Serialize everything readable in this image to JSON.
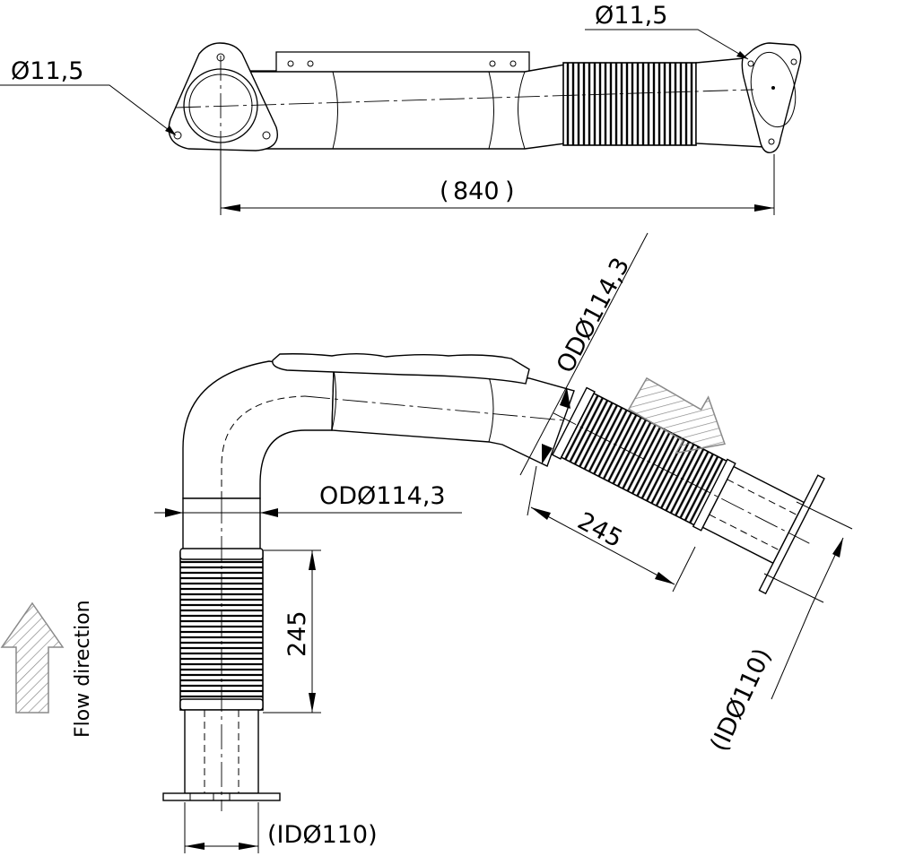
{
  "top_view": {
    "hole_dia_left": "11,5",
    "hole_dia_right": "11,5",
    "overall_length": "840"
  },
  "side_view": {
    "od_bend": "114,3",
    "od_prefix_bend": "OD",
    "od_outlet": "114,3",
    "od_prefix_outlet": "OD",
    "bellow_length_vertical": "245",
    "bellow_length_angled": "245",
    "id_bottom": "110",
    "id_prefix_bottom": "ID",
    "id_right": "110",
    "id_prefix_right": "ID"
  },
  "flow_label": "Flow direction",
  "diameter_symbol": "Ø",
  "colors": {
    "line": "#000000",
    "flow_arrow": "#9a9a9a",
    "background": "#ffffff"
  }
}
